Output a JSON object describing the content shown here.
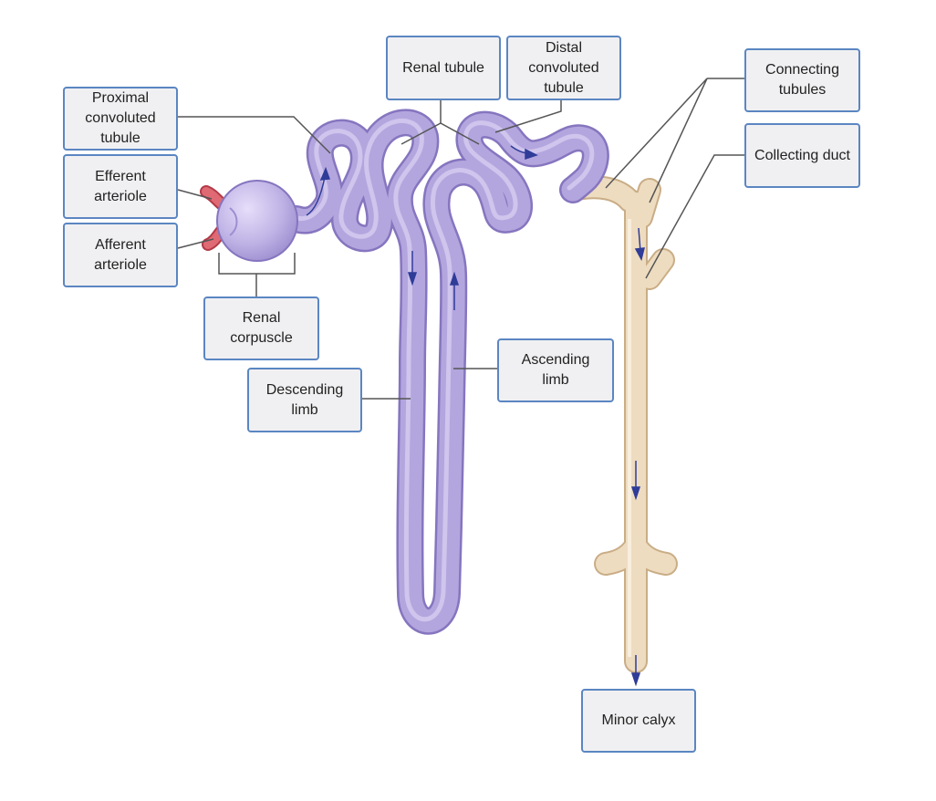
{
  "colors": {
    "tubule": "#b3a6de",
    "tubule_edge": "#8675bf",
    "tubule_highlight": "#d8cff2",
    "duct": "#eedcc0",
    "duct_edge": "#c9ad86",
    "arteriole": "#e06a74",
    "arteriole_edge": "#b23a48",
    "corpuscle": "#c0b4e6",
    "arrow": "#2f3c98",
    "leader": "#555555",
    "label_border": "#5b86c2",
    "label_fill": "#f0f0f2"
  },
  "labels": {
    "proximal": "Proximal\nconvoluted\ntubule",
    "efferent": "Efferent\narteriole",
    "afferent": "Afferent\narteriole",
    "corpuscle": "Renal\ncorpuscle",
    "descending": "Descending\nlimb",
    "renal_tubule": "Renal tubule",
    "distal": "Distal\nconvoluted\ntubule",
    "ascending": "Ascending\nlimb",
    "connecting": "Connecting\ntubules",
    "collecting": "Collecting duct",
    "minor_calyx": "Minor calyx"
  }
}
